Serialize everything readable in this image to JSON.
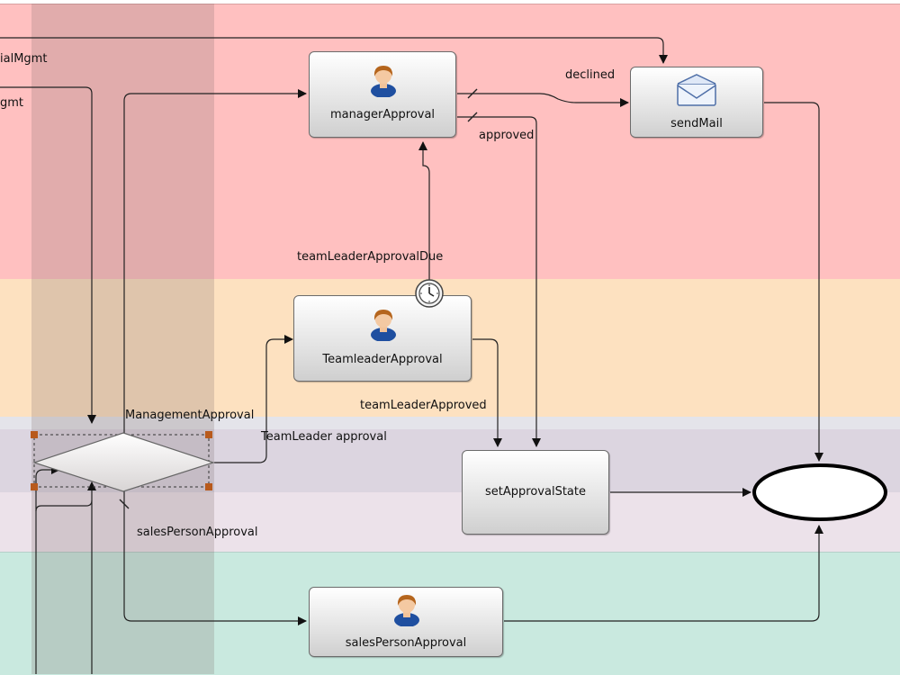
{
  "diagram": {
    "lanes": [
      {
        "id": "lane-management",
        "color": "#ffc0c0"
      },
      {
        "id": "lane-teamleader",
        "color": "#fde1c0"
      },
      {
        "id": "lane-gateway",
        "color": "#dcd5e0"
      },
      {
        "id": "lane-lower",
        "color": "#ece2ea"
      },
      {
        "id": "lane-salesperson",
        "color": "#c9e9df"
      }
    ],
    "nodes": {
      "managerApproval": {
        "label": "managerApproval",
        "icon": "person-icon"
      },
      "sendMail": {
        "label": "sendMail",
        "icon": "envelope-icon"
      },
      "teamleaderApproval": {
        "label": "TeamleaderApproval",
        "icon": "person-icon"
      },
      "setApprovalState": {
        "label": "setApprovalState"
      },
      "salesPersonApproval": {
        "label": "salesPersonApproval",
        "icon": "person-icon"
      },
      "gateway": {
        "label": ""
      },
      "endEvent": {
        "label": ""
      },
      "timer": {
        "icon": "clock-icon"
      }
    },
    "edge_labels": {
      "declined": "declined",
      "approved": "approved",
      "teamLeaderApprovalDue": "teamLeaderApprovalDue",
      "teamLeaderApproved": "teamLeaderApproved",
      "managementApproval": "ManagementApproval",
      "teamLeaderApproval": "TeamLeader approval",
      "salesPersonApproval": "salesPersonApproval",
      "cut_left_1": "ialMgmt",
      "cut_left_2": "gmt"
    }
  }
}
